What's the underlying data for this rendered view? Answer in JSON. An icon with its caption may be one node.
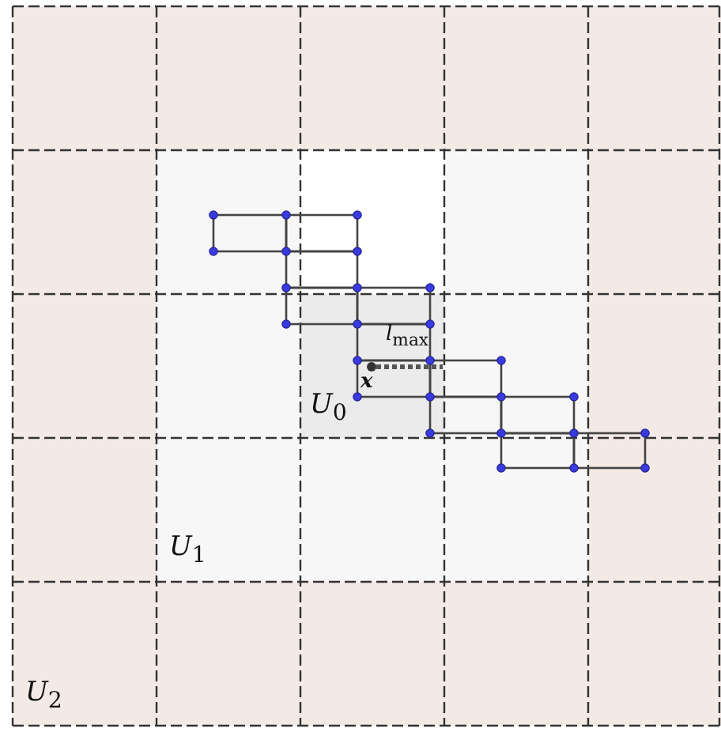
{
  "diagram": {
    "nodes": [
      {
        "text": [
          "*U*$_{2}$"
        ]
      },
      {
        "text": [
          "*U*$_{1}$"
        ],
        "in": 0
      },
      {
        "text": [
          "*U*$_{0}$"
        ],
        "in": 1
      }
    ],
    "labels": [
      "*l*$_{max}$",
      "x"
    ]
  }
}
